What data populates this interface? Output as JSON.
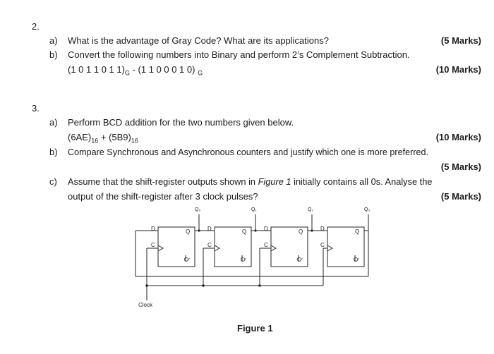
{
  "q2": {
    "number": "2.",
    "a": {
      "label": "a)",
      "text": "What is the advantage of Gray Code? What are its applications?",
      "marks": "(5 Marks)"
    },
    "b": {
      "label": "b)",
      "text": "Convert the following numbers into Binary and perform 2’s Complement Subtraction.",
      "expr_a": "(1 0 1 1 0 1 1)",
      "sub_a": "G",
      "expr_mid": " - (1 1 0 0 0 1 0) ",
      "sub_b": "G",
      "marks": "(10 Marks)"
    }
  },
  "q3": {
    "number": "3.",
    "a": {
      "label": "a)",
      "text": "Perform BCD addition for the two numbers given below.",
      "n1": "(6AE)",
      "s1": "16",
      "plus": " + (5B9)",
      "s2": "16",
      "marks": "(10 Marks)"
    },
    "b": {
      "label": "b)",
      "text": "Compare Synchronous and Asynchronous counters and justify which one is more preferred.",
      "marks": "(5 Marks)"
    },
    "c": {
      "label": "c)",
      "line1_pre": "Assume that the shift-register outputs shown in ",
      "line1_fig": "Figure 1",
      "line1_post": " initially contains all 0s. Analyse the",
      "line2": "output of the shift-register after 3 clock pulses?",
      "marks": "(5 Marks)"
    }
  },
  "figure": {
    "caption": "Figure 1",
    "clock_label": "Clock",
    "outputs": [
      "Q₀",
      "Q₁",
      "Q₂",
      "Q₃"
    ],
    "pin_d": "D",
    "pin_c": "C",
    "pin_q": "Q",
    "pin_qbar": "Q",
    "flipflop_count": 4
  }
}
